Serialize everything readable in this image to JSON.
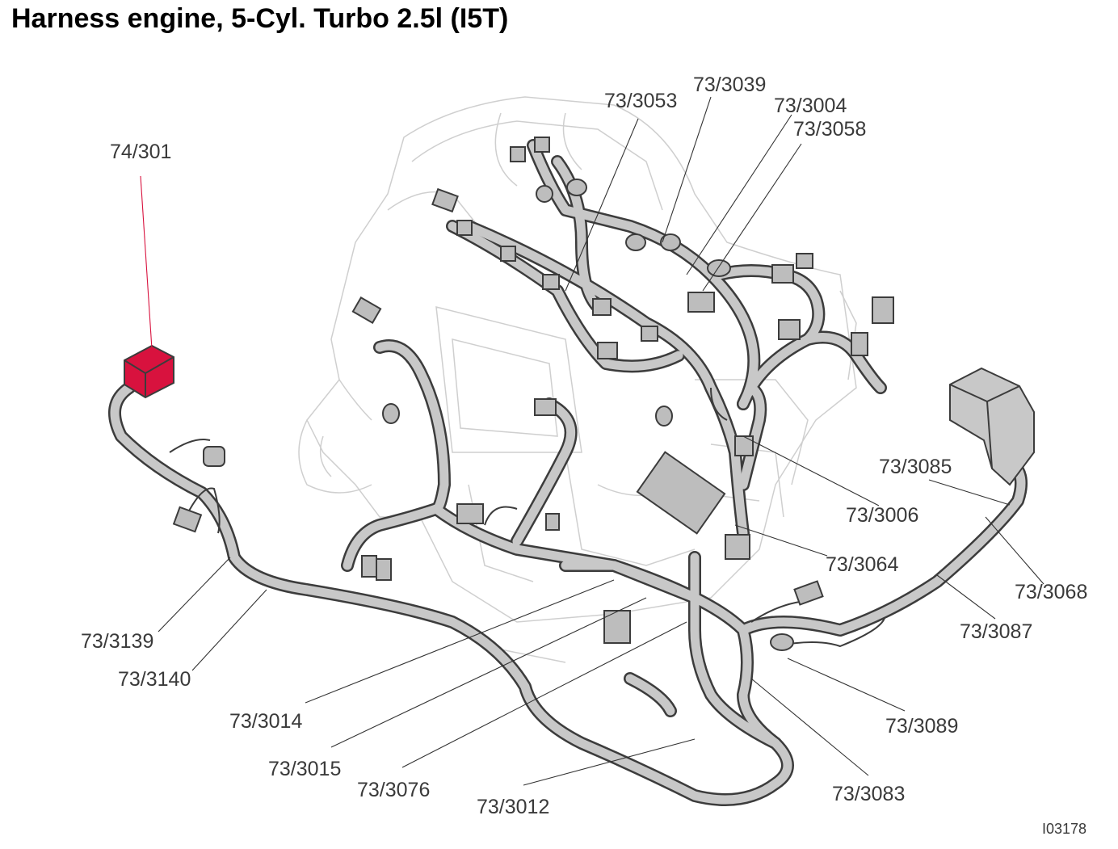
{
  "title": "Harness engine, 5-Cyl. Turbo 2.5l (I5T)",
  "figure_id": "I03178",
  "colors": {
    "highlight": "#d8123e",
    "harness_fill": "#c8c8c8",
    "harness_stroke": "#3c3c3c",
    "engine_outline": "#cfcfcf",
    "text": "#3a3a3a",
    "leader": "#333333"
  },
  "labels": {
    "l74_301": "74/301",
    "l73_3053": "73/3053",
    "l73_3039": "73/3039",
    "l73_3004": "73/3004",
    "l73_3058": "73/3058",
    "l73_3085": "73/3085",
    "l73_3006": "73/3006",
    "l73_3064": "73/3064",
    "l73_3068": "73/3068",
    "l73_3087": "73/3087",
    "l73_3139": "73/3139",
    "l73_3140": "73/3140",
    "l73_3014": "73/3014",
    "l73_3015": "73/3015",
    "l73_3076": "73/3076",
    "l73_3012": "73/3012",
    "l73_3089": "73/3089",
    "l73_3083": "73/3083"
  }
}
